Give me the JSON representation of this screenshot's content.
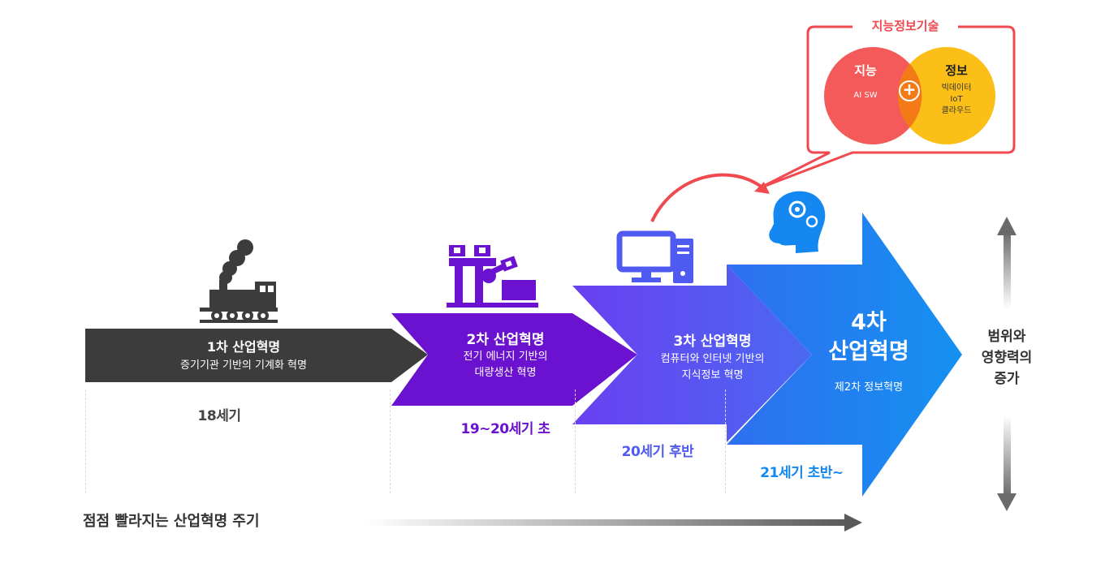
{
  "top_box": {
    "title": "지능정보기술",
    "left": {
      "title": "지능",
      "sub": "AI SW"
    },
    "plus": "+",
    "right": {
      "title": "정보",
      "lines": [
        "빅데이터",
        "IoT",
        "클라우드"
      ]
    }
  },
  "stages": [
    {
      "title": "1차 산업혁명",
      "desc": [
        "증기기관 기반의 기계화 혁명"
      ],
      "era": "18세기"
    },
    {
      "title": "2차 산업혁명",
      "desc": [
        "전기 에너지 기반의",
        "대량생산 혁명"
      ],
      "era": "19~20세기 초"
    },
    {
      "title": "3차 산업혁명",
      "desc": [
        "컴퓨터와 인터넷 기반의",
        "지식정보 혁명"
      ],
      "era": "20세기 후반"
    },
    {
      "title_lines": [
        "4차",
        "산업혁명"
      ],
      "desc": [
        "제2차 정보혁명"
      ],
      "era": "21세기 초반~"
    }
  ],
  "side_label": [
    "범위와",
    "영향력의",
    "증가"
  ],
  "bottom_label": "점점 빨라지는 산업혁명 주기",
  "colors": {
    "stage1": "#3c3c3c",
    "stage2": "#6a12cf",
    "stage3": "#4f5bf0",
    "stage4": "#1487f0",
    "callout": "#f04a50",
    "circle_left": "#f45a5a",
    "circle_right": "#fbbf17"
  },
  "icons": [
    "train-icon",
    "factory-robot-icon",
    "computer-icon",
    "head-gears-icon"
  ]
}
